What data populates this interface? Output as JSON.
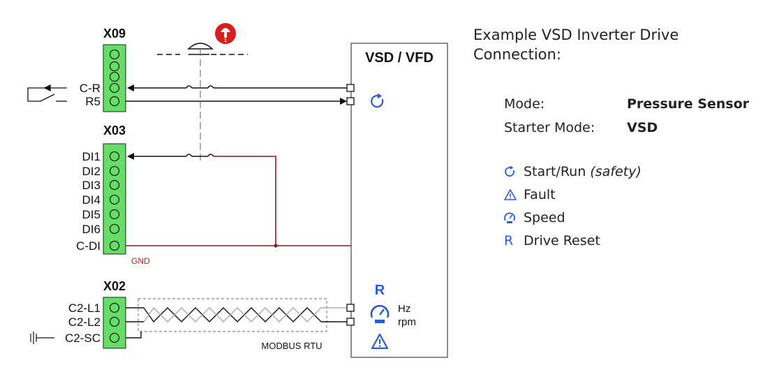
{
  "diagram": {
    "blocks": {
      "x09": {
        "title": "X09",
        "pins": [
          "C-R",
          "R5"
        ]
      },
      "x03": {
        "title": "X03",
        "pins": [
          "DI1",
          "DI2",
          "DI3",
          "DI4",
          "DI5",
          "DI6",
          "C-DI"
        ]
      },
      "x02": {
        "title": "X02",
        "pins": [
          "C2-L1",
          "C2-L2",
          "C2-SC"
        ]
      }
    },
    "vsd_title": "VSD / VFD",
    "gnd_label": "GND",
    "modbus_label": "MODBUS RTU",
    "reset_letter": "R",
    "hz_label": "Hz",
    "rpm_label": "rpm"
  },
  "info": {
    "title_line1": "Example VSD Inverter Drive",
    "title_line2": "Connection:",
    "mode_label": "Mode:",
    "mode_value": "Pressure Sensor",
    "starter_label": "Starter Mode:",
    "starter_value": "VSD",
    "legend": {
      "start_run": "Start/Run",
      "start_run_note": "(safety)",
      "fault": "Fault",
      "speed": "Speed",
      "reset_symbol": "R",
      "drive_reset": "Drive Reset"
    }
  },
  "colors": {
    "terminal_green": "#66dd66",
    "wire_dark_red": "#8b1a1a",
    "icon_blue": "#2a5bd7",
    "estop_red": "#d91e1e",
    "wire_black": "#111111"
  }
}
